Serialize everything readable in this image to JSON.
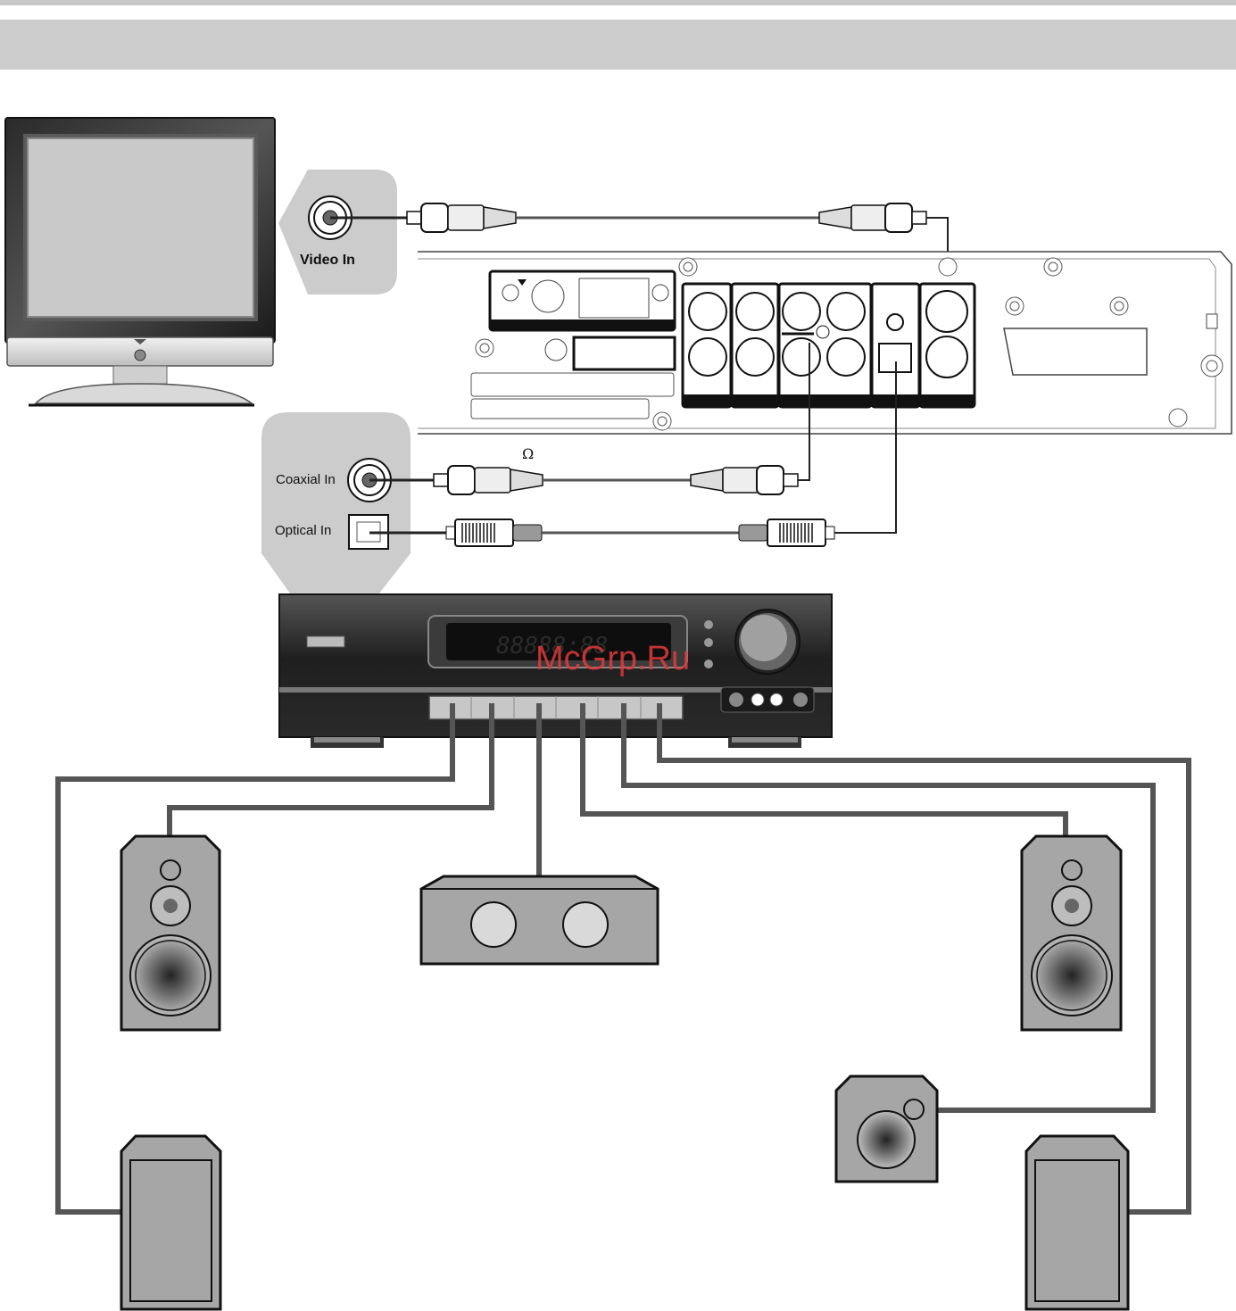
{
  "labels": {
    "video_in": "Video In",
    "coaxial_in": "Coaxial In",
    "optical_in": "Optical In",
    "ohm_symbol": "Ω",
    "watermark": "McGrp.Ru"
  },
  "colors": {
    "header_band": "#cccccc",
    "speaker_body": "#a6a6a6",
    "cable": "#4d4d4d",
    "receiver_body": "#2b2b2b",
    "watermark": "#e23a3a"
  },
  "icons": {
    "tv": "tv-monitor-icon",
    "player": "dvd-player-rear-panel-icon",
    "receiver": "av-receiver-icon",
    "speakers": "speaker-icon"
  }
}
